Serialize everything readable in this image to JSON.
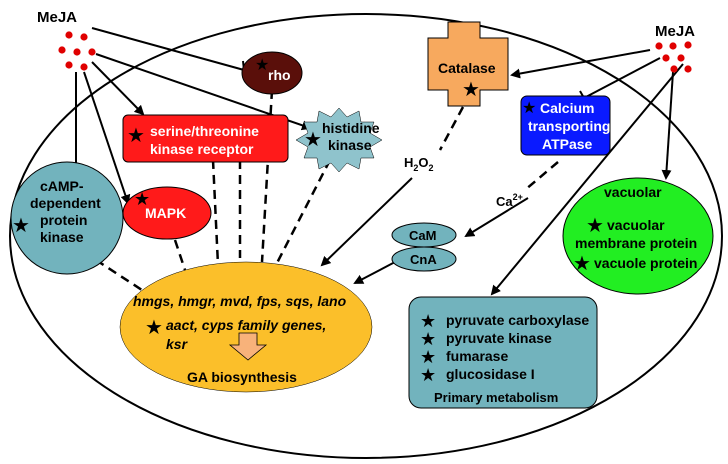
{
  "meja_left": "MeJA",
  "meja_right": "MeJA",
  "rho": "rho",
  "serine_line1": "serine/threonine",
  "serine_line2": "kinase receptor",
  "histidine_line1": "histidine",
  "histidine_line2": "kinase",
  "catalase": "Catalase",
  "calcium_line1": "Calcium",
  "calcium_line2": "transporting",
  "calcium_line3": "ATPase",
  "h2o2_main": "H",
  "h2o2_sub": "2",
  "h2o2_o": "O",
  "h2o2_sub2": "2",
  "ca_main": "Ca",
  "ca_sup": "2+",
  "camp_line1": "cAMP-",
  "camp_line2": "dependent",
  "camp_line3": "protein",
  "camp_line4": "kinase",
  "mapk": "MAPK",
  "cam": "CaM",
  "cna": "CnA",
  "vacuolar_title": "vacuolar",
  "vacuolar_line1": "vacuolar",
  "vacuolar_line2": "membrane protein",
  "vacuolar_line3": "vacuole protein",
  "ga_line1": "hmgs, hmgr, mvd, fps, sqs, lano",
  "ga_line2": "aact, cyps family genes,",
  "ga_line3": "ksr",
  "ga_title": "GA biosynthesis",
  "pm_item1": "pyruvate carboxylase",
  "pm_item2": "pyruvate kinase",
  "pm_item3": "fumarase",
  "pm_item4": "glucosidase I",
  "pm_title": "Primary metabolism",
  "star": "★",
  "colors": {
    "meja_dot": "#e00000",
    "rho": "#5a0f0a",
    "serine": "#ff1a1a",
    "histidine": "#8fc3cc",
    "catalase": "#f7a95e",
    "calcium": "#0a1aff",
    "camp": "#72b3bd",
    "mapk": "#ff1a1a",
    "cam": "#72b3bd",
    "vacuolar": "#22ee22",
    "ga": "#fbbf2a",
    "primary": "#72b3bd",
    "arrow_block": "#f8b27a"
  }
}
